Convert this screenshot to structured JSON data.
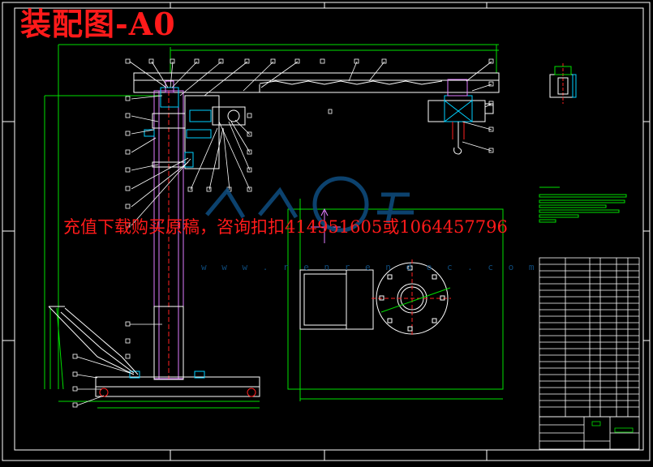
{
  "drawing": {
    "title": "装配图-A0",
    "promo_text": "充值下载购买原稿，咨询扣扣414951605或1064457796",
    "watermark_url": "w w w . r e n r e n d o c . c o m"
  },
  "colors": {
    "background": "#000000",
    "frame": "#ffffff",
    "structure": "#ffffff",
    "column": "#e07cff",
    "leader": "#ffffff",
    "dimension": "#00e000",
    "detail": "#00d0ff",
    "accent": "#ff2020",
    "title_text": "#ff1a1a"
  },
  "icons": [
    "watermark-logo-icon",
    "hook-icon",
    "motor-icon"
  ]
}
